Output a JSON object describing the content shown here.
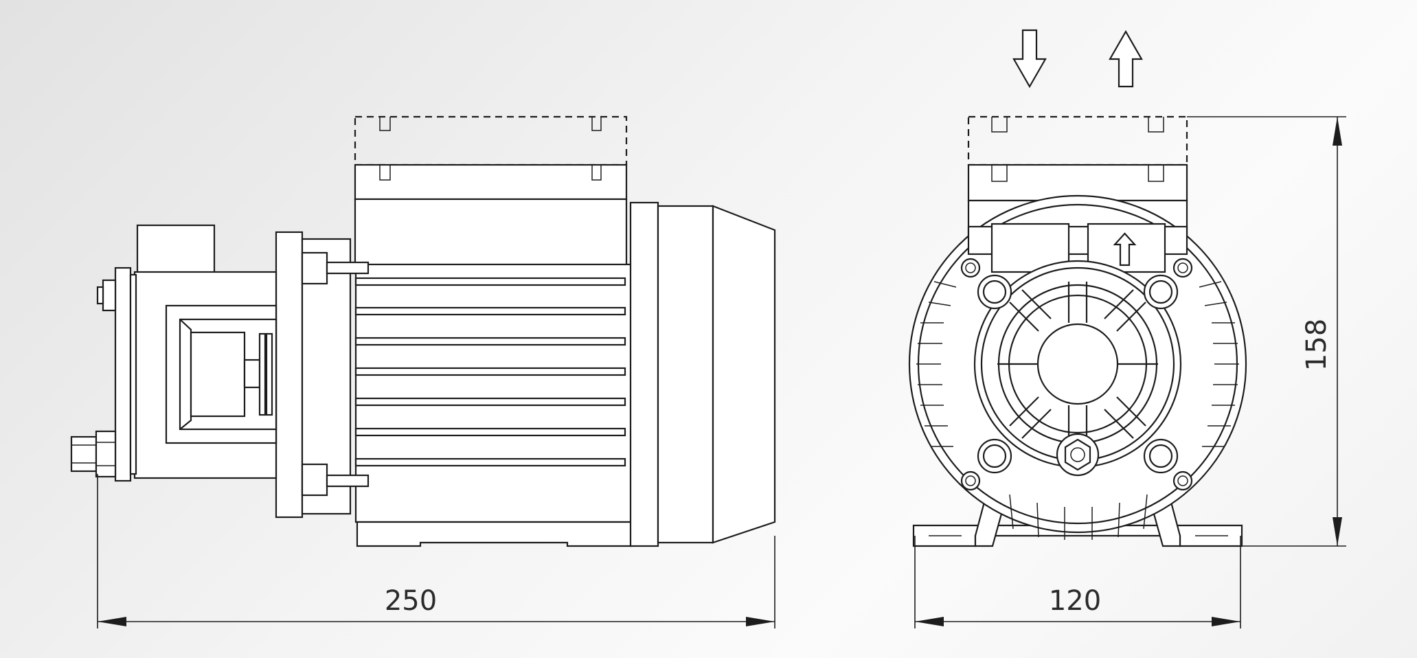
{
  "drawing": {
    "dimensions": {
      "side_length": "250",
      "front_width": "120",
      "height": "158"
    }
  }
}
